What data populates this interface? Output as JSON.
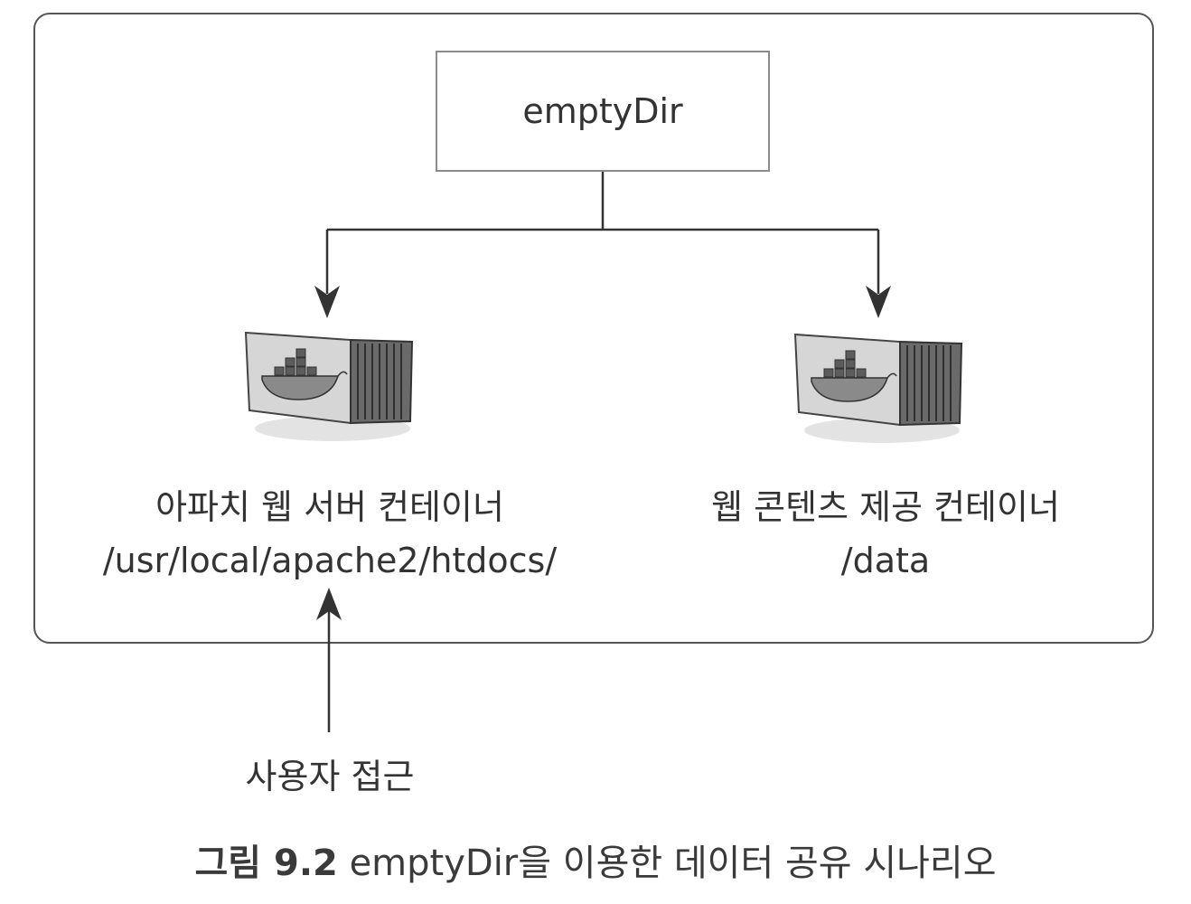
{
  "volume": {
    "label": "emptyDir"
  },
  "containers": [
    {
      "name": "아파치 웹 서버 컨테이너",
      "path": "/usr/local/apache2/htdocs/",
      "icon": "docker-container-icon"
    },
    {
      "name": "웹 콘텐츠 제공 컨테이너",
      "path": "/data",
      "icon": "docker-container-icon"
    }
  ],
  "user_access": {
    "label": "사용자 접근"
  },
  "caption": {
    "prefix": "그림 9.2",
    "text": " emptyDir을 이용한 데이터 공유 시나리오"
  },
  "colors": {
    "line": "#333333",
    "frame": "#555555",
    "box_border": "#8c8c8c"
  }
}
